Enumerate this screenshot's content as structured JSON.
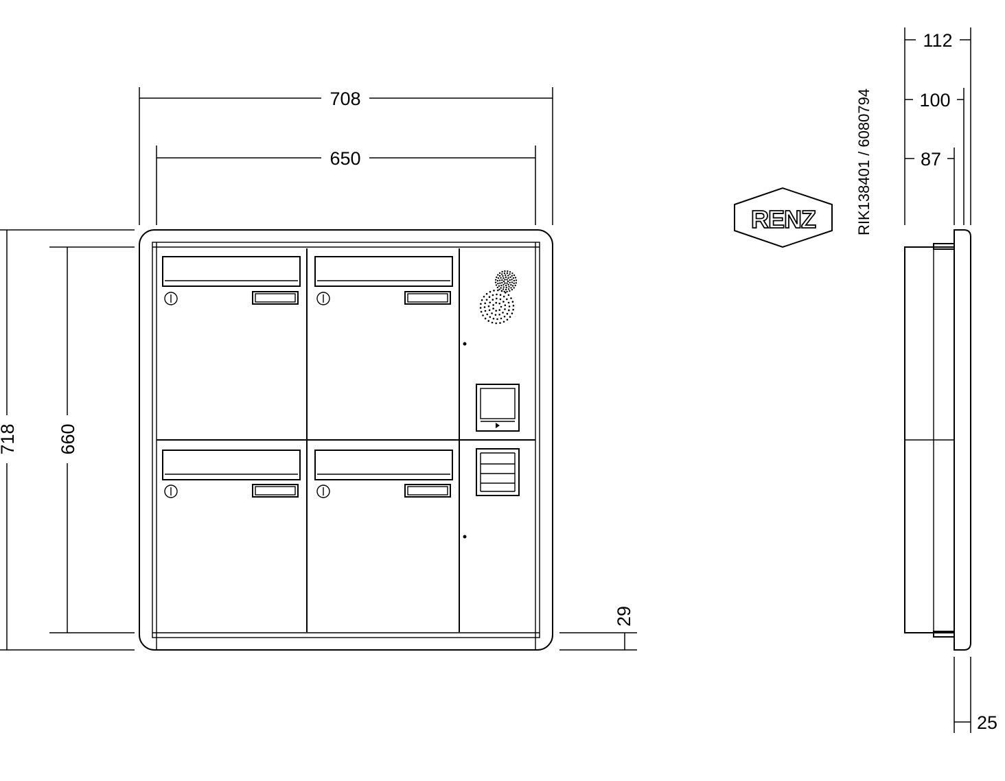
{
  "dimensions": {
    "overall_width": "708",
    "inner_width": "650",
    "overall_height": "718",
    "inner_height": "660",
    "bottom_offset": "29",
    "side_depth_total": "112",
    "side_depth_mid": "100",
    "side_depth_inner": "87",
    "side_frame": "25"
  },
  "brand": {
    "logo_text": "RENZ"
  },
  "product": {
    "article_number": "RIK138401 / 6080794"
  },
  "icons": {
    "mailbox_lock": "lock-cylinder-icon",
    "speaker": "speaker-grille-icon",
    "camera": "camera-module-icon",
    "bell_buttons": "bell-button-panel-icon"
  }
}
